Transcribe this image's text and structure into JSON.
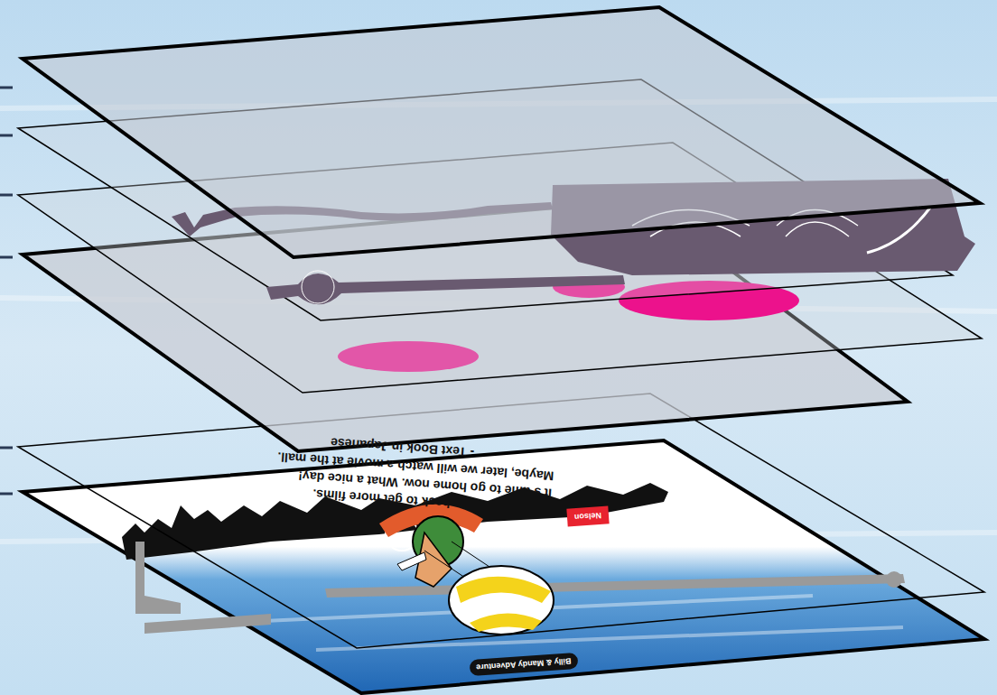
{
  "diagram": {
    "labels": [
      "- Text Book in Japanese",
      "Maybe, later we will watch a movie at the mall.",
      "It's time to go home now. What a nice day!",
      "Then, we'll go back to get more films.",
      "Nelson",
      "Billy & Mandy Adventure"
    ]
  }
}
